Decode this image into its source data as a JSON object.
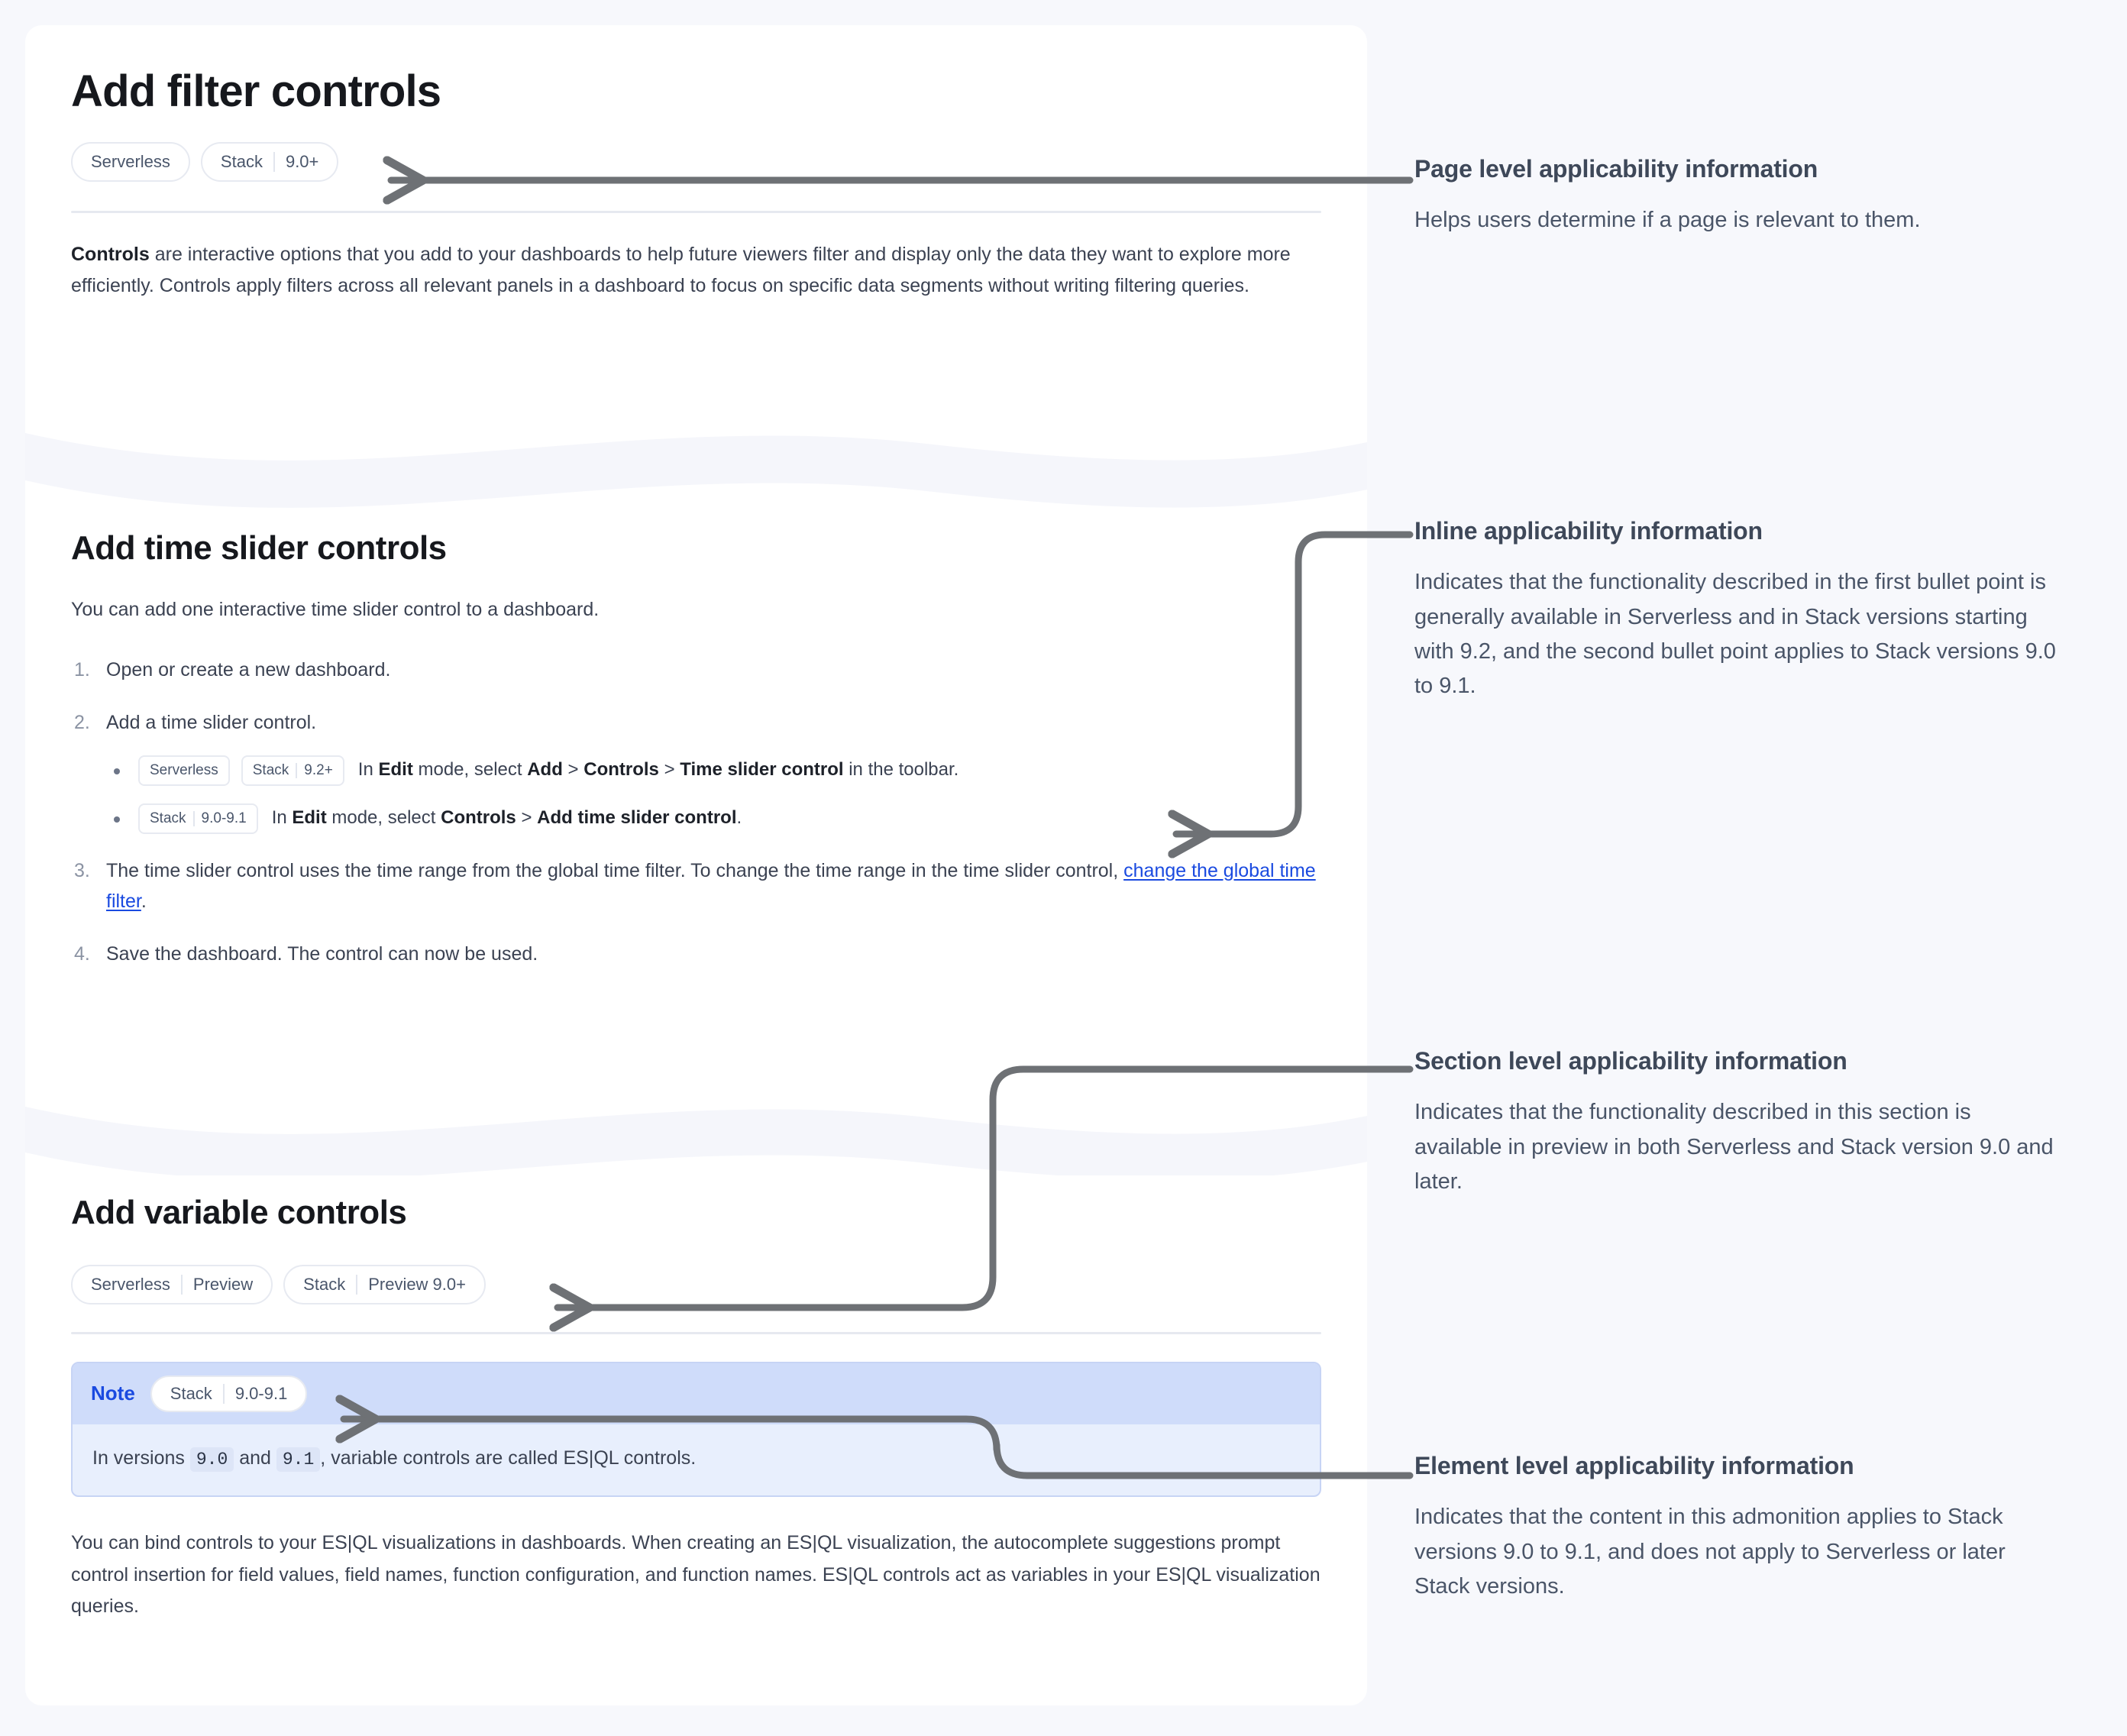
{
  "colors": {
    "page_background": "#f7f8fc",
    "card_background": "#ffffff",
    "badge_text": "#4a566b",
    "badge_border": "#e7eaf1",
    "link": "#1a4ae0",
    "note_header": "#cfdcfa",
    "note_body": "#e8effd",
    "note_label": "#1a4ae0",
    "connector": "#6e7175",
    "annotation_heading": "#3e4859",
    "annotation_text": "#4a5568",
    "wave": "#f5f6fb"
  },
  "doc": {
    "page": {
      "title": "Add filter controls",
      "badges": [
        {
          "name": "Serverless"
        },
        {
          "name": "Stack",
          "version": "9.0+"
        }
      ],
      "intro": {
        "lead": "Controls",
        "rest": " are interactive options that you add to your dashboards to help future viewers filter and display only the data they want to explore more efficiently. Controls apply filters across all relevant panels in a dashboard to focus on specific data segments without writing filtering queries."
      }
    },
    "time_slider_section": {
      "title": "Add time slider controls",
      "intro": "You can add one interactive time slider control to a dashboard.",
      "steps": [
        {
          "text": "Open or create a new dashboard."
        },
        {
          "text": "Add a time slider control.",
          "sub_items": [
            {
              "badges": [
                {
                  "name": "Serverless"
                },
                {
                  "name": "Stack",
                  "version": "9.2+"
                }
              ],
              "parts": [
                {
                  "t": "In "
                },
                {
                  "t": "Edit",
                  "b": true
                },
                {
                  "t": " mode, select "
                },
                {
                  "t": "Add",
                  "b": true
                },
                {
                  "t": " > "
                },
                {
                  "t": "Controls",
                  "b": true
                },
                {
                  "t": " > "
                },
                {
                  "t": "Time slider control",
                  "b": true
                },
                {
                  "t": " in the toolbar."
                }
              ]
            },
            {
              "badges": [
                {
                  "name": "Stack",
                  "version": "9.0-9.1"
                }
              ],
              "parts": [
                {
                  "t": "In "
                },
                {
                  "t": "Edit",
                  "b": true
                },
                {
                  "t": " mode, select "
                },
                {
                  "t": "Controls",
                  "b": true
                },
                {
                  "t": " > "
                },
                {
                  "t": "Add time slider control",
                  "b": true
                },
                {
                  "t": "."
                }
              ]
            }
          ]
        },
        {
          "text_before_link": "The time slider control uses the time range from the global time filter. To change the time range in the time slider control, ",
          "link_text": "change the global time filter",
          "text_after_link": "."
        },
        {
          "text": "Save the dashboard. The control can now be used."
        }
      ]
    },
    "variable_section": {
      "title": "Add variable controls",
      "badges": [
        {
          "name": "Serverless",
          "version": "Preview"
        },
        {
          "name": "Stack",
          "version": "Preview 9.0+"
        }
      ],
      "note": {
        "label": "Note",
        "badges": [
          {
            "name": "Stack",
            "version": "9.0-9.1"
          }
        ],
        "body_parts": [
          {
            "t": "In versions "
          },
          {
            "t": "9.0",
            "code": true
          },
          {
            "t": " and "
          },
          {
            "t": "9.1",
            "code": true
          },
          {
            "t": ", variable controls are called ES|QL controls."
          }
        ]
      },
      "body": "You can bind controls to your ES|QL visualizations in dashboards. When creating an ES|QL visualization, the autocomplete suggestions prompt control insertion for field values, field names, function configuration, and function names. ES|QL controls act as variables in your ES|QL visualization queries."
    }
  },
  "annotations": [
    {
      "id": "page-level",
      "heading": "Page level applicability information",
      "text": "Helps users determine if a page is relevant to them."
    },
    {
      "id": "inline-level",
      "heading": "Inline applicability information",
      "text": "Indicates that the functionality described in the first bullet point is generally available in Serverless and in Stack versions starting with 9.2, and the second bullet point applies to Stack versions 9.0 to 9.1."
    },
    {
      "id": "section-level",
      "heading": "Section level applicability information",
      "text": "Indicates that the functionality described in this section is available in preview in both Serverless and Stack version 9.0 and later."
    },
    {
      "id": "element-level",
      "heading": "Element level applicability information",
      "text": "Indicates that the content in this admonition applies to Stack versions 9.0 to 9.1, and does not apply to Serverless or later Stack versions."
    }
  ]
}
